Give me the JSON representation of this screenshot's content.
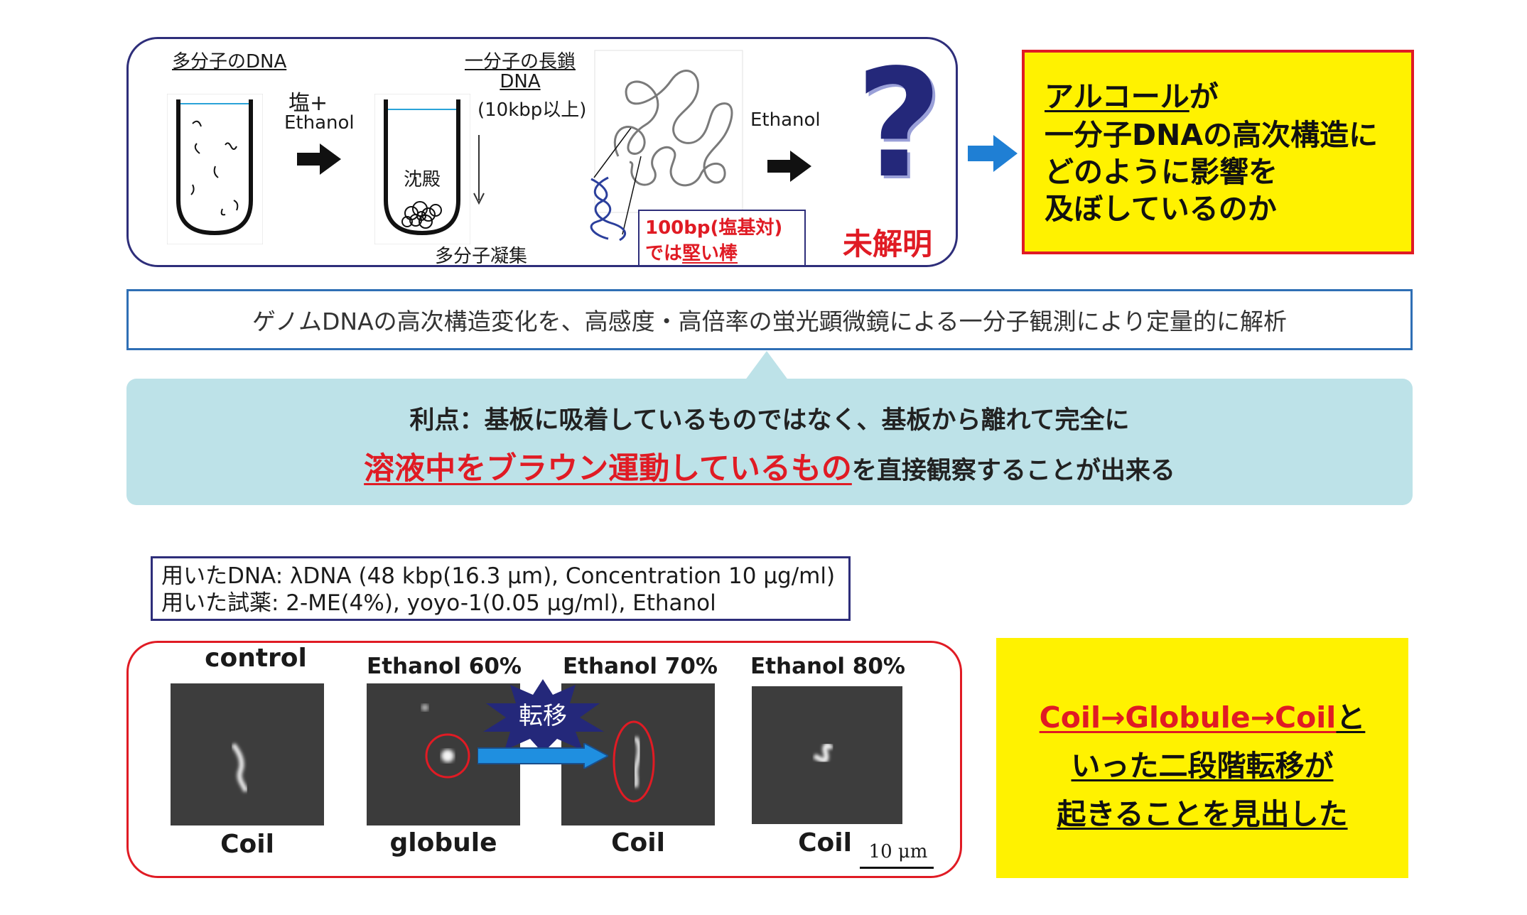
{
  "top_panel": {
    "multi_dna_label": "多分子のDNA",
    "salt_label": "塩+",
    "ethanol_label": "Ethanol",
    "precipitate_label": "沈殿",
    "aggregation_label": "多分子凝集",
    "single_dna_label_line1": "一分子の長鎖",
    "single_dna_label_line2": "DNA",
    "single_dna_size": "(10kbp以上)",
    "ethanol_label2": "Ethanol",
    "rod_note_part1": "100bp(塩基対)",
    "rod_note_part2a": "では",
    "rod_note_part2b": "堅い棒",
    "question_mark": "?",
    "unresolved_label": "未解明"
  },
  "question_box": {
    "line1_underlined": "アルコール",
    "line1_rest": "が",
    "line2": "一分子DNAの高次構造に",
    "line3": "どのように影響を",
    "line4": "及ぼしているのか"
  },
  "method_text": "ゲノムDNAの高次構造変化を、高感度・高倍率の蛍光顕微鏡による一分子観測により定量的に解析",
  "advantage": {
    "line1": "利点：基板に吸着しているものではなく、基板から離れて完全に",
    "line2_red": "溶液中をブラウン運動しているもの",
    "line2_rest": "を直接観察することが出来る"
  },
  "materials": {
    "line1": "用いたDNA: λDNA (48 kbp(16.3 μm), Concentration 10 μg/ml)",
    "line2": "用いた試薬:  2-ME(4%), yoyo-1(0.05 μg/ml), Ethanol"
  },
  "observations": [
    {
      "condition": "control",
      "state": "Coil"
    },
    {
      "condition": "Ethanol 60%",
      "state": "globule"
    },
    {
      "condition": "Ethanol 70%",
      "state": "Coil"
    },
    {
      "condition": "Ethanol 80%",
      "state": "Coil"
    }
  ],
  "transition_label": "転移",
  "scale_bar_label": "10 μm",
  "result": {
    "line1_red": "Coil→Globule→Coil",
    "line1_rest": "と",
    "line2": "いった二段階転移が",
    "line3": "起きることを見出した"
  },
  "colors": {
    "highlight_red": "#e01b24",
    "panel_navy": "#2e2e7a",
    "yellow": "#fff200",
    "advantage_bg": "#bde2e8",
    "arrow_blue": "#1f7fd4"
  }
}
